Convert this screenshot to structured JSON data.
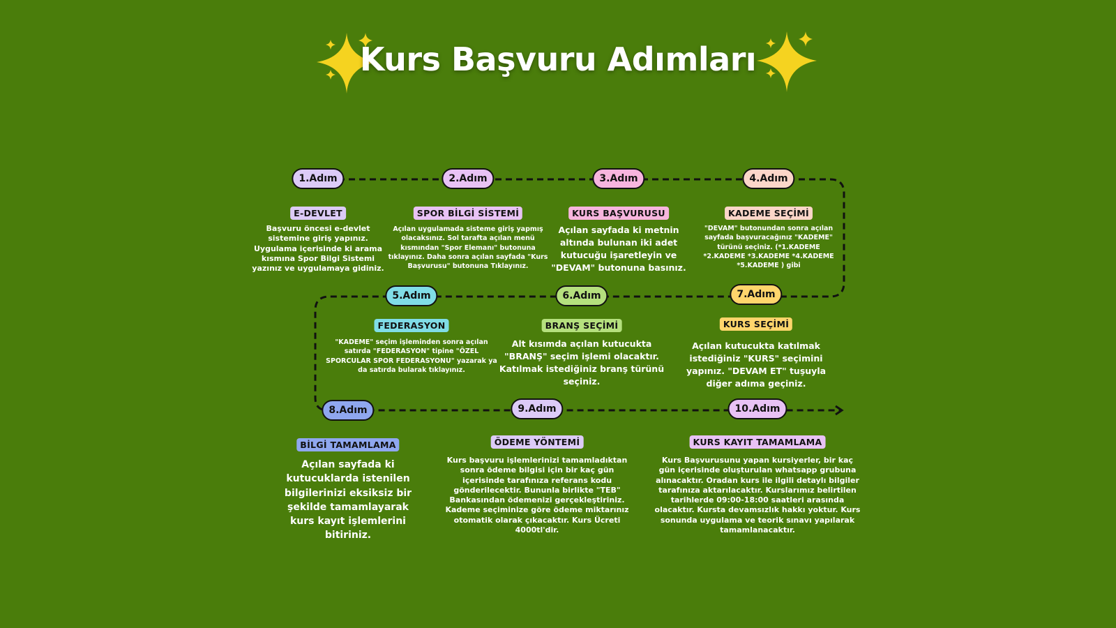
{
  "title": "Kurs Başvuru Adımları",
  "colors": {
    "background": "#4a7d0b",
    "star": "#f5d320"
  },
  "steps": [
    {
      "step": "1.Adım",
      "label": "E-DEVLET",
      "color": "#dccbf7",
      "text": "Başvuru öncesi e-devlet sistemine giriş yapınız. Uygulama içerisinde ki arama kısmına Spor Bilgi Sistemi yazınız ve uygulamaya gidiniz."
    },
    {
      "step": "2.Adım",
      "label": "SPOR BİLGİ SİSTEMİ",
      "color": "#e8c2f5",
      "text": "Açılan uygulamada sisteme giriş yapmış olacaksınız. Sol tarafta açılan menü kısmından \"Spor Elemanı\" butonuna tıklayınız. Daha sonra açılan sayfada \"Kurs Başvurusu\" butonuna Tıklayınız."
    },
    {
      "step": "3.Adım",
      "label": "KURS BAŞVURUSU",
      "color": "#f7b5de",
      "text": "Açılan sayfada ki metnin altında bulunan iki adet kutucuğu işaretleyin ve \"DEVAM\" butonuna basınız."
    },
    {
      "step": "4.Adım",
      "label": "KADEME SEÇİMİ",
      "color": "#fbd6c9",
      "text": "\"DEVAM\" butonundan sonra açılan sayfada başvuracağınız \"KADEME\" türünü seçiniz. (*1.KADEME *2.KADEME *3.KADEME *4.KADEME *5.KADEME ) gibi"
    },
    {
      "step": "5.Adım",
      "label": "FEDERASYON",
      "color": "#80dde7",
      "text": "\"KADEME\" seçim işleminden sonra açılan satırda \"FEDERASYON\" tipine \"ÖZEL SPORCULAR SPOR FEDERASYONU\" yazarak ya da satırda bularak tıklayınız."
    },
    {
      "step": "6.Adım",
      "label": "BRANŞ SEÇİMİ",
      "color": "#b5e07e",
      "text": "Alt kısımda açılan kutucukta \"BRANŞ\" seçim işlemi olacaktır. Katılmak istediğiniz branş türünü seçiniz."
    },
    {
      "step": "7.Adım",
      "label": "KURS SEÇİMİ",
      "color": "#ffd56c",
      "text": "Açılan kutucukta katılmak istediğiniz \"KURS\" seçimini yapınız. \"DEVAM ET\" tuşuyla diğer adıma geçiniz."
    },
    {
      "step": "8.Adım",
      "label": "BİLGİ TAMAMLAMA",
      "color": "#8fa7ef",
      "text": "Açılan sayfada ki kutucuklarda istenilen bilgilerinizi eksiksiz bir şekilde tamamlayarak kurs kayıt işlemlerini bitiriniz."
    },
    {
      "step": "9.Adım",
      "label": "ÖDEME YÖNTEMİ",
      "color": "#dccbf7",
      "text": "Kurs başvuru işlemlerinizi tamamladıktan sonra ödeme bilgisi için bir kaç gün içerisinde tarafınıza referans kodu gönderilecektir. Bununla birlikte \"TEB\" Bankasından ödemenizi gerçekleştiriniz. Kademe seçiminize göre ödeme miktarınız otomatik olarak çıkacaktır. Kurs Ücreti 4000tl'dir."
    },
    {
      "step": "10.Adım",
      "label": "KURS KAYIT TAMAMLAMA",
      "color": "#e8c2f5",
      "text": "Kurs Başvurusunu yapan kursiyerler, bir kaç gün içerisinde oluşturulan whatsapp grubuna alınacaktır. Oradan kurs ile ilgili detaylı bilgiler tarafınıza aktarılacaktır. Kurslarımız belirtilen tarihlerde 09:00-18:00 saatleri arasında olacaktır. Kursta devamsızlık hakkı yoktur. Kurs sonunda uygulama ve teorik sınavı yapılarak tamamlanacaktır."
    }
  ]
}
